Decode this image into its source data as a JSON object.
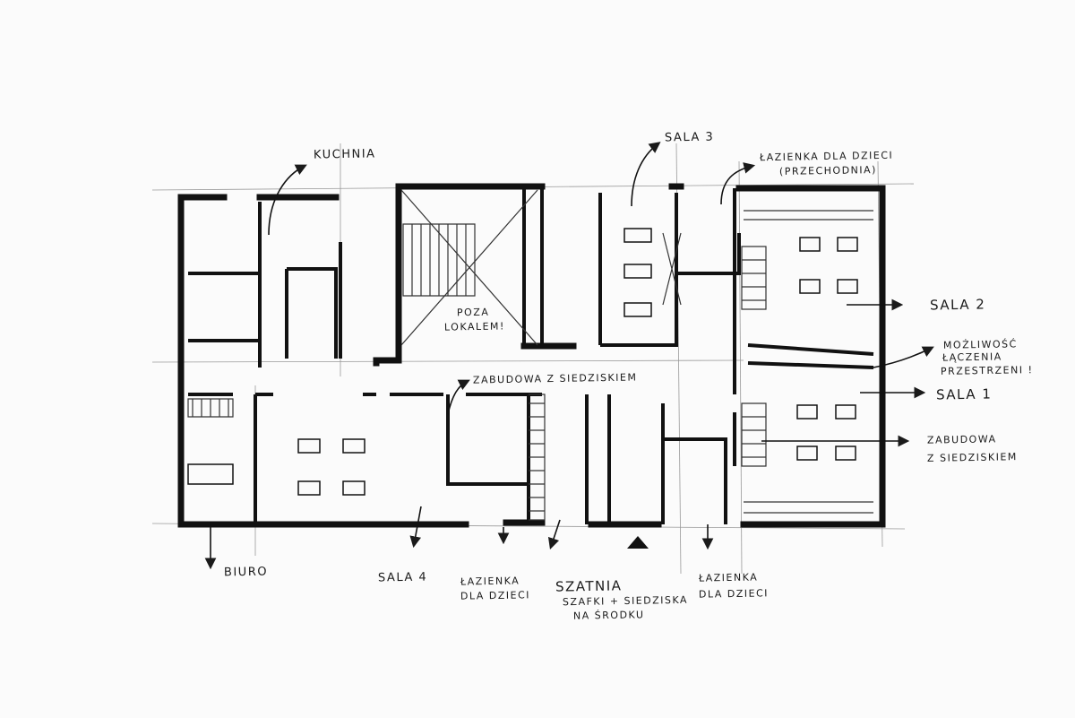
{
  "labels": {
    "kuchnia": "KUCHNIA",
    "sala3": "SALA 3",
    "lazienka_top_1": "ŁAZIENKA DLA DZIECI",
    "lazienka_top_2": "(PRZECHODNIA)",
    "sala2": "SALA 2",
    "mozliwosc_1": "MOŻLIWOŚĆ",
    "mozliwosc_2": "ŁĄCZENIA",
    "mozliwosc_3": "PRZESTRZENI !",
    "sala1": "SALA 1",
    "zabudowa_right_1": "ZABUDOWA",
    "zabudowa_right_2": "Z SIEDZISKIEM",
    "poza_1": "POZA",
    "poza_2": "LOKALEM!",
    "zabudowa_mid": "ZABUDOWA Z SIEDZISKIEM",
    "biuro": "BIURO",
    "sala4": "SALA 4",
    "lazienka_bl_1": "ŁAZIENKA",
    "lazienka_bl_2": "DLA DZIECI",
    "szatnia": "SZATNIA",
    "szatnia_sub_1": "SZAFKI + SIEDZISKA",
    "szatnia_sub_2": "NA ŚRODKU",
    "lazienka_br_1": "ŁAZIENKA",
    "lazienka_br_2": "DLA DZIECI"
  },
  "colors": {
    "ink": "#1a1a1a",
    "paper": "#fbfbfb"
  }
}
